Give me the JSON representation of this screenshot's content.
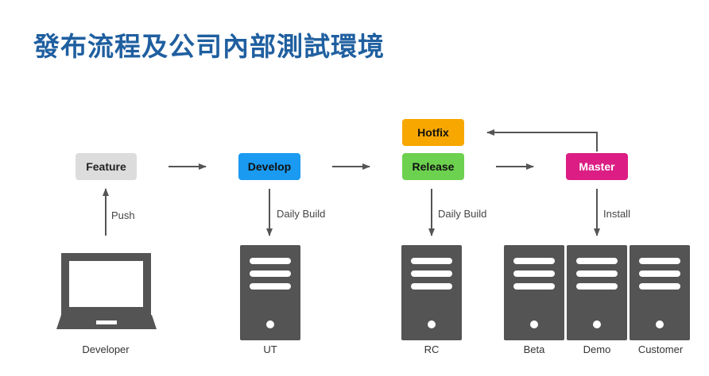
{
  "title": "發布流程及公司內部測試環境",
  "colors": {
    "title": "#1f5fa0",
    "feature": "#dcdcdc",
    "develop": "#1a9af0",
    "hotfix": "#f7a700",
    "release": "#6cd14f",
    "master": "#db1d84",
    "server": "#545454",
    "arrow": "#555555"
  },
  "boxes": {
    "feature": "Feature",
    "develop": "Develop",
    "hotfix": "Hotfix",
    "release": "Release",
    "master": "Master"
  },
  "edge_labels": {
    "push": "Push",
    "develop_build": "Daily Build",
    "release_build": "Daily Build",
    "install": "Install"
  },
  "machines": {
    "developer": "Developer",
    "ut": "UT",
    "rc": "RC",
    "beta": "Beta",
    "demo": "Demo",
    "customer": "Customer"
  },
  "icons": {
    "developer": "laptop-icon",
    "servers": "server-icon"
  }
}
